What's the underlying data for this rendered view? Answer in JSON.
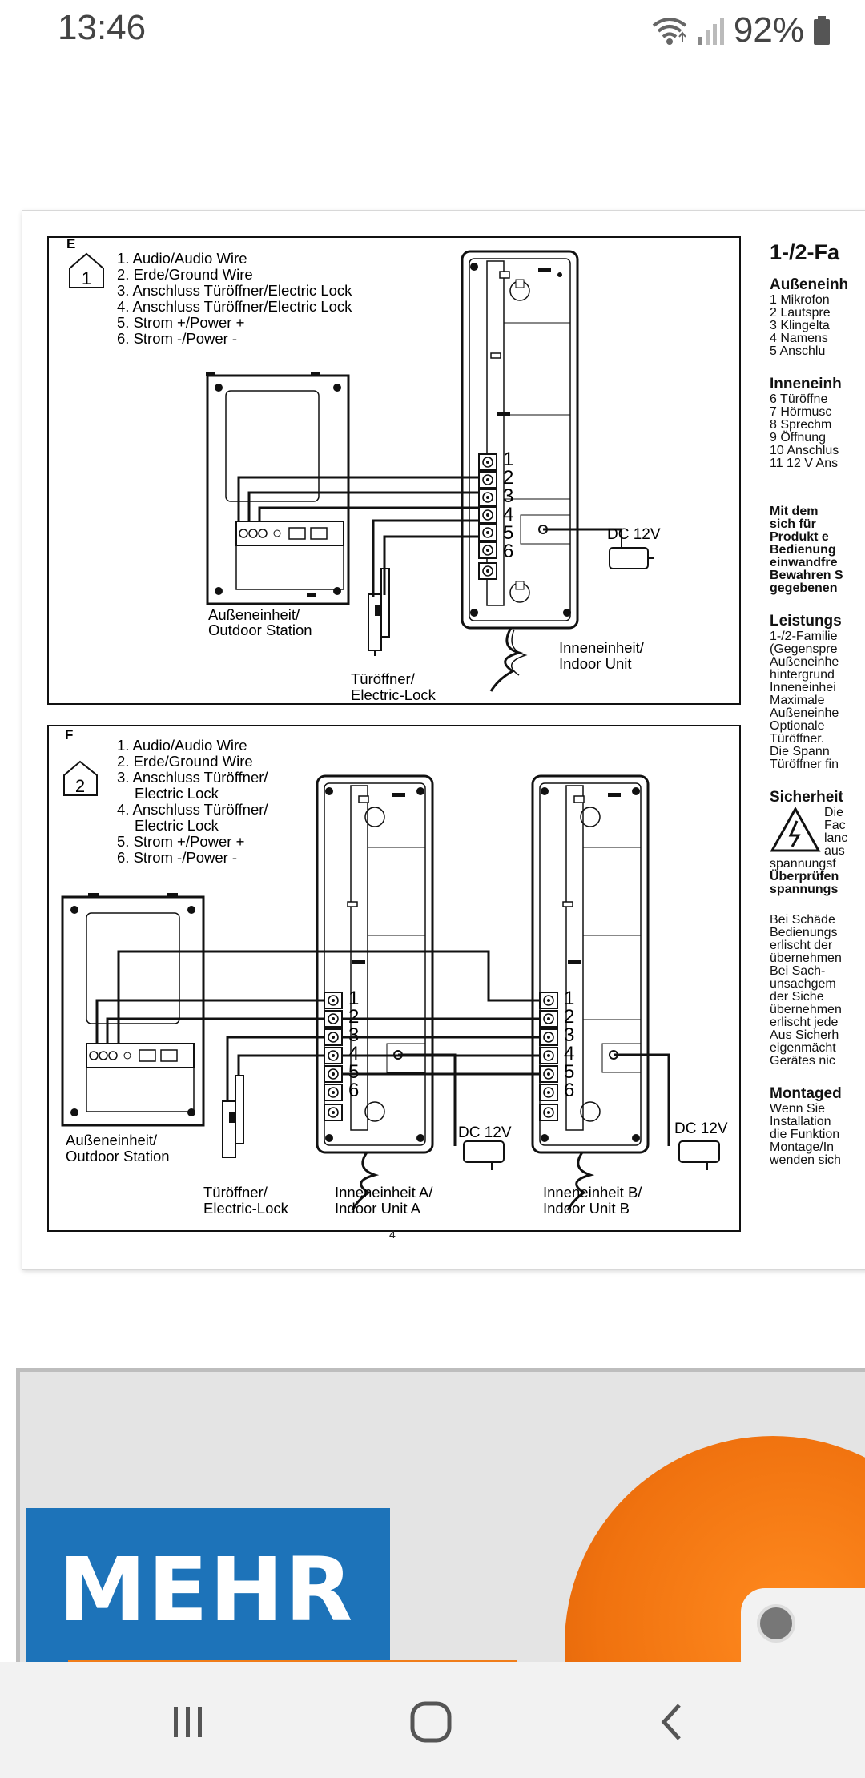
{
  "status_bar": {
    "time": "13:46",
    "battery": "92%"
  },
  "figure_e": {
    "letter": "E",
    "badge": "1",
    "legend": [
      "1. Audio/Audio Wire",
      "2. Erde/Ground Wire",
      "3. Anschluss Türöffner/Electric Lock",
      "4. Anschluss Türöffner/Electric Lock",
      "5. Strom +/Power +",
      "6. Strom -/Power -"
    ],
    "terminals": [
      "1",
      "2",
      "3",
      "4",
      "5",
      "6"
    ],
    "dc_label": "DC 12V",
    "outdoor_label": [
      "Außeneinheit/",
      "Outdoor Station"
    ],
    "lock_label": [
      "Türöffner/",
      "Electric-Lock"
    ],
    "indoor_label": [
      "Inneneinheit/",
      "Indoor Unit"
    ]
  },
  "figure_f": {
    "letter": "F",
    "badge": "2",
    "legend": [
      "1. Audio/Audio Wire",
      "2. Erde/Ground Wire",
      "3. Anschluss Türöffner/",
      "Electric Lock",
      "4. Anschluss Türöffner/",
      "Electric Lock",
      "5. Strom +/Power +",
      "6. Strom -/Power -"
    ],
    "terminals": [
      "1",
      "2",
      "3",
      "4",
      "5",
      "6"
    ],
    "dc_label_a": "DC 12V",
    "dc_label_b": "DC 12V",
    "outdoor_label": [
      "Außeneinheit/",
      "Outdoor Station"
    ],
    "lock_label": [
      "Türöffner/",
      "Electric-Lock"
    ],
    "indoor_a_label": [
      "Inneneinheit A/",
      "Indoor Unit A"
    ],
    "indoor_b_label": [
      "Inneneinheit B/",
      "Indoor Unit B"
    ]
  },
  "page_number": "4",
  "right_column": {
    "title": "1-/2-Fa",
    "blocks": [
      {
        "heading": "Außeneinh",
        "lines": [
          "1   Mikrofon",
          "2   Lautspre",
          "3   Klingelta",
          "4   Namens",
          "5   Anschlu"
        ]
      },
      {
        "heading": "Inneneinh",
        "lines": [
          "6   Türöffne",
          "7   Hörmusc",
          "8   Sprechm",
          "9   Öffnung",
          "10 Anschlus",
          "11 12 V Ans"
        ]
      },
      {
        "bold_lines": [
          "Mit  dem",
          "sich  für",
          "Produkt  e",
          "Bedienung",
          "einwandfre",
          "Bewahren S",
          "gegebenen"
        ]
      },
      {
        "heading": "Leistungs",
        "lines": [
          "1-/2-Familie",
          "(Gegenspre",
          "Außeneinhe",
          "hintergrund",
          "Inneneinhei",
          "Maximale",
          "Außeneinhe",
          "Optionale",
          "Türöffner.",
          "Die  Spann",
          "Türöffner fin"
        ]
      },
      {
        "heading": "Sicherheit",
        "lines": [
          "Die",
          "Fac",
          "lanc",
          "aus",
          "spannungsf"
        ],
        "bold_lines": [
          "Überprüfen",
          "spannungs"
        ]
      },
      {
        "lines": [
          "Bei  Schäde",
          "Bedienungs",
          "erlischt der",
          "übernehmen",
          "Bei  Sach-",
          "unsachgem",
          "der  Siche",
          "übernehmen",
          "erlischt jede",
          "Aus Sicherh",
          "eigenmächt",
          "Gerätes nic"
        ]
      },
      {
        "heading": "Montaged",
        "lines": [
          "Wenn  Sie",
          "Installation",
          "die Funktion",
          "Montage/In",
          "wenden sich"
        ]
      }
    ]
  },
  "ad": {
    "word": "MEHR"
  },
  "nav": {
    "recents": "recent-apps",
    "home": "home",
    "back": "back"
  }
}
